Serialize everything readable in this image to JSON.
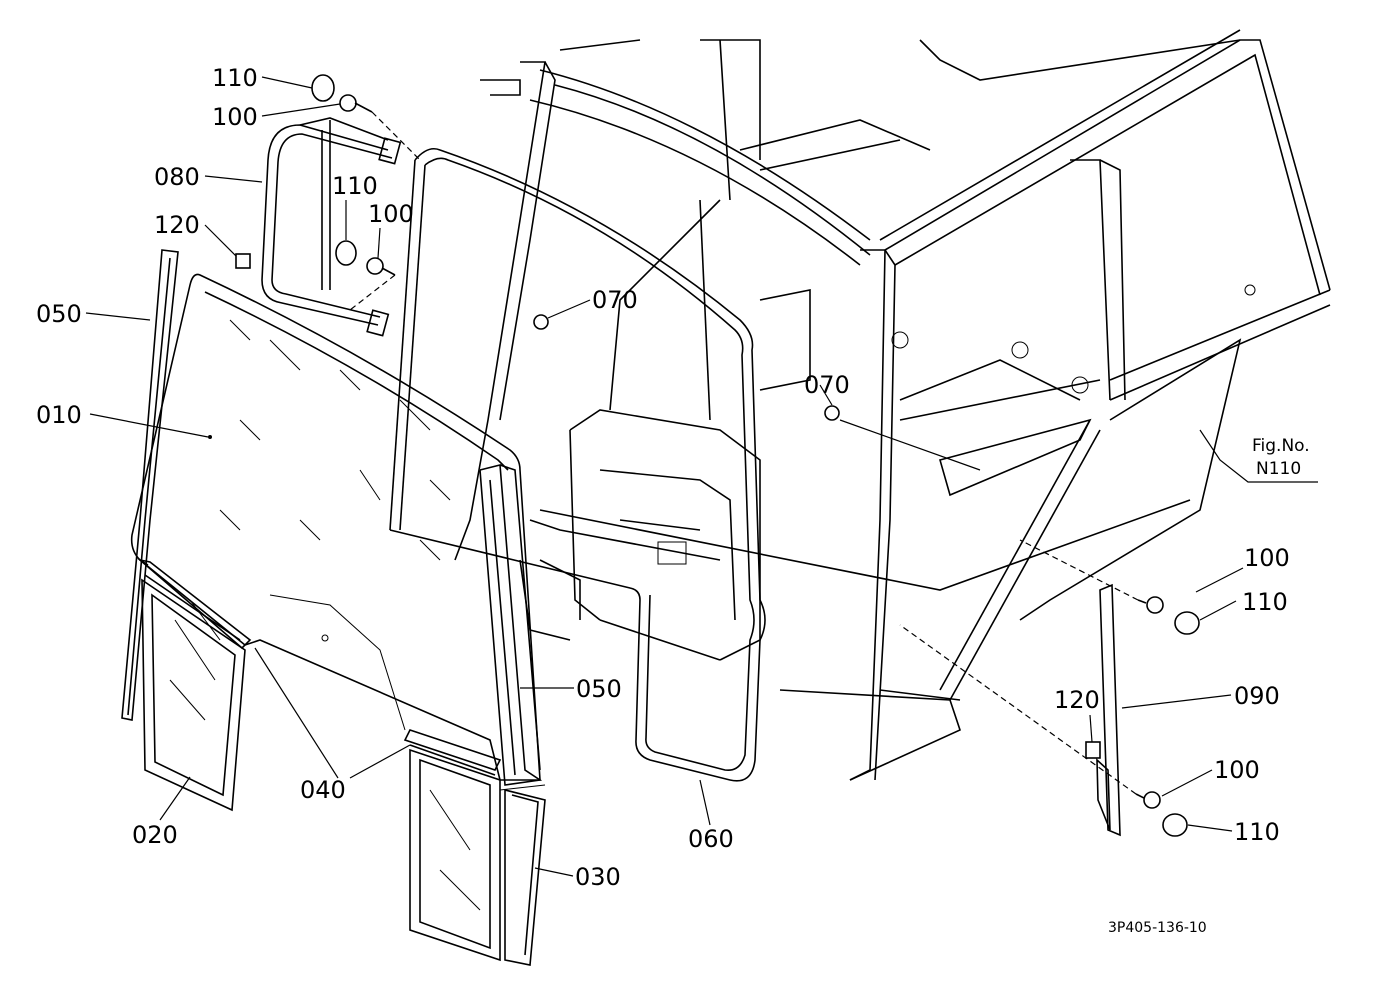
{
  "figure": {
    "fig_no_label": "Fig.No.",
    "fig_no_value": "N110",
    "drawing_code": "3P405-136-10"
  },
  "callouts": {
    "c110_top": "110",
    "c100_top": "100",
    "c080": "080",
    "c110_mid": "110",
    "c100_mid": "100",
    "c120_left": "120",
    "c050_left": "050",
    "c070_upper": "070",
    "c010": "010",
    "c070_lower": "070",
    "c100_right_top": "100",
    "c110_right_top": "110",
    "c050_right": "050",
    "c090": "090",
    "c120_right": "120",
    "c100_right_bottom": "100",
    "c040": "040",
    "c020": "020",
    "c110_right_bottom": "110",
    "c060": "060",
    "c030": "030"
  }
}
